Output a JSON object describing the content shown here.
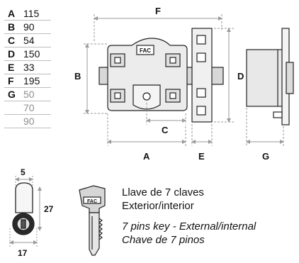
{
  "dimensions": [
    {
      "key": "A",
      "value": "115"
    },
    {
      "key": "B",
      "value": "90"
    },
    {
      "key": "C",
      "value": "54"
    },
    {
      "key": "D",
      "value": "150"
    },
    {
      "key": "E",
      "value": "33"
    },
    {
      "key": "F",
      "value": "195"
    },
    {
      "key": "G",
      "value": "50"
    }
  ],
  "g_extra": [
    "70",
    "90"
  ],
  "drawing_labels": {
    "F": "F",
    "B": "B",
    "C": "C",
    "D": "D",
    "A": "A",
    "E": "E",
    "G": "G"
  },
  "lock_logo": "FAC",
  "key_logo": "FAC",
  "cylinder_dims": {
    "width_top": "5",
    "height": "27",
    "width_bottom": "17"
  },
  "description": {
    "line1": "Llave de 7 claves",
    "line2": "Exterior/interior",
    "line3": "7 pins key - External/internal",
    "line4": "Chave de 7 pinos"
  },
  "colors": {
    "grey_value": "#8e8e8e",
    "line": "#222222",
    "guide": "#9a9a9a"
  }
}
